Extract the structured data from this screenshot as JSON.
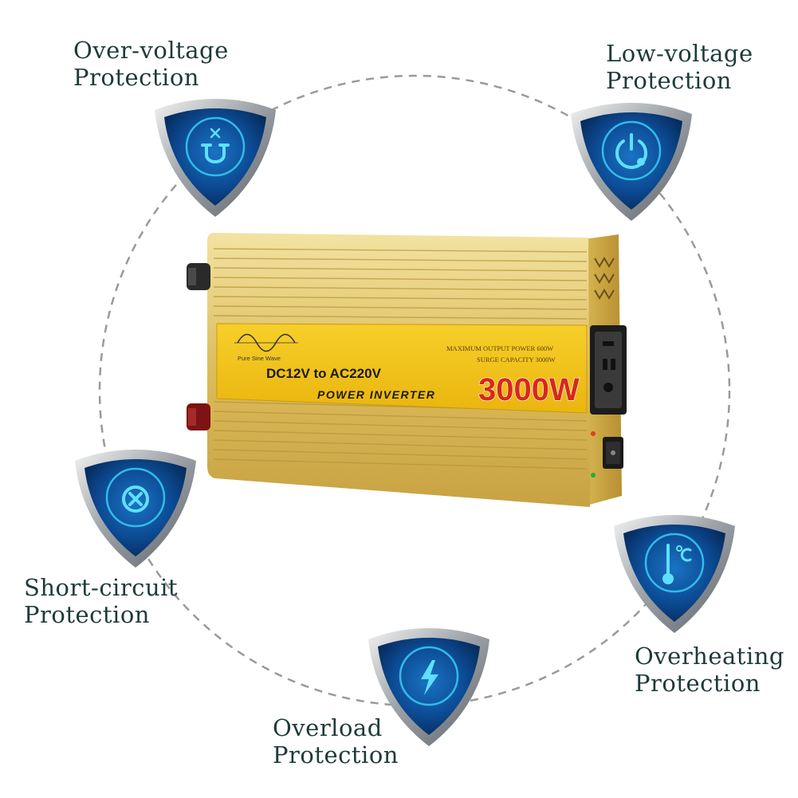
{
  "features": [
    {
      "id": "over-voltage",
      "line1": "Over-voltage",
      "line2": "Protection",
      "icon": "magnet-icon"
    },
    {
      "id": "low-voltage",
      "line1": "Low-voltage",
      "line2": "Protection",
      "icon": "power-icon"
    },
    {
      "id": "short-circuit",
      "line1": "Short-circuit",
      "line2": "Protection",
      "icon": "x-circle-icon"
    },
    {
      "id": "overheating",
      "line1": "Overheating",
      "line2": "Protection",
      "icon": "thermometer-icon"
    },
    {
      "id": "overload",
      "line1": "Overload",
      "line2": "Protection",
      "icon": "lightning-icon"
    }
  ],
  "product": {
    "wave_label": "Pure Sine Wave",
    "spec_line1": "MAXIMUM OUTPUT POWER 600W",
    "spec_line2": "SURGE CAPACITY 3000W",
    "model_line": "DC12V to AC220V",
    "type_line": "POWER INVERTER",
    "wattage": "3000W"
  },
  "colors": {
    "shield_blue": "#0c4a93",
    "shield_glow": "#34c8f0",
    "gold": "#e2c35a",
    "gold_panel": "#f2c21c",
    "wattage_red": "#d8281a"
  }
}
